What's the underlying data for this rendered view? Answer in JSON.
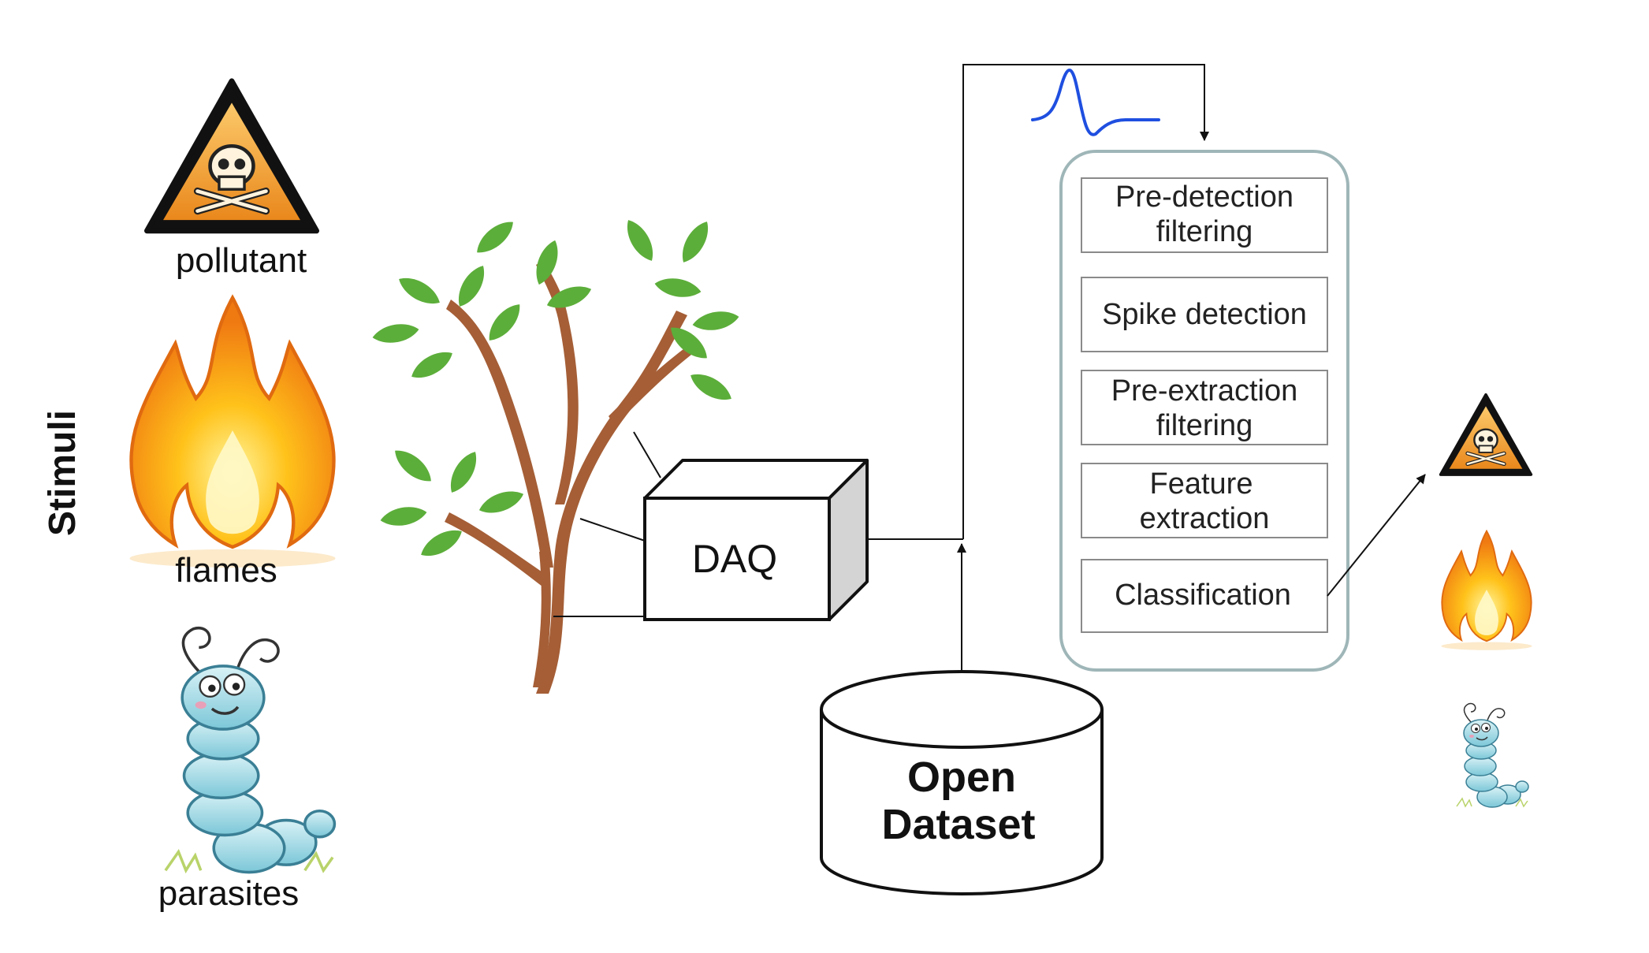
{
  "stimuli": {
    "heading": "Stimuli",
    "items": [
      {
        "label": "pollutant",
        "icon": "hazard-skull-icon"
      },
      {
        "label": "flames",
        "icon": "flame-icon"
      },
      {
        "label": "parasites",
        "icon": "caterpillar-icon"
      }
    ]
  },
  "daq": {
    "label": "DAQ"
  },
  "dataset": {
    "line1": "Open",
    "line2": "Dataset"
  },
  "pipeline": {
    "steps": [
      {
        "line1": "Pre-detection",
        "line2": "filtering"
      },
      {
        "line1": "Spike detection",
        "line2": ""
      },
      {
        "line1": "Pre-extraction",
        "line2": "filtering"
      },
      {
        "line1": "Feature",
        "line2": "extraction"
      },
      {
        "line1": "Classification",
        "line2": ""
      }
    ]
  },
  "outputs": {
    "icons": [
      "hazard-skull-icon",
      "flame-icon",
      "caterpillar-icon"
    ]
  },
  "colors": {
    "hazard_orange": "#f5a623",
    "flame_orange": "#f7941d",
    "leaf_green": "#5cae3a",
    "trunk_brown": "#a55e36",
    "caterpillar_blue": "#8fd3e0",
    "signal_blue": "#1f4fe0",
    "pipeline_border": "#9fb6b8"
  }
}
